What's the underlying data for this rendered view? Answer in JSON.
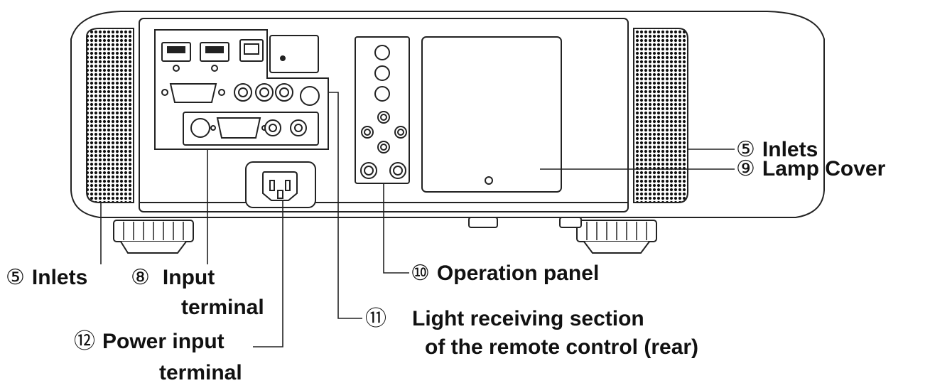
{
  "callouts": {
    "inlets_right": {
      "num": "⑤",
      "text": "Inlets"
    },
    "lamp_cover": {
      "num": "⑨",
      "text": "Lamp Cover"
    },
    "inlets_left": {
      "num": "⑤",
      "text": "Inlets"
    },
    "input_terminal": {
      "num": "⑧",
      "line1": "Input",
      "line2": "terminal"
    },
    "operation_panel": {
      "num": "⑩",
      "text": "Operation panel"
    },
    "light_receiving": {
      "num": "⑪",
      "line1": "Light receiving section",
      "line2": "of the remote control (rear)"
    },
    "power_input": {
      "num": "⑫",
      "line1": "Power input",
      "line2": "terminal"
    }
  },
  "colors": {
    "stroke": "#222222",
    "fill": "#ffffff",
    "text": "#111111"
  }
}
